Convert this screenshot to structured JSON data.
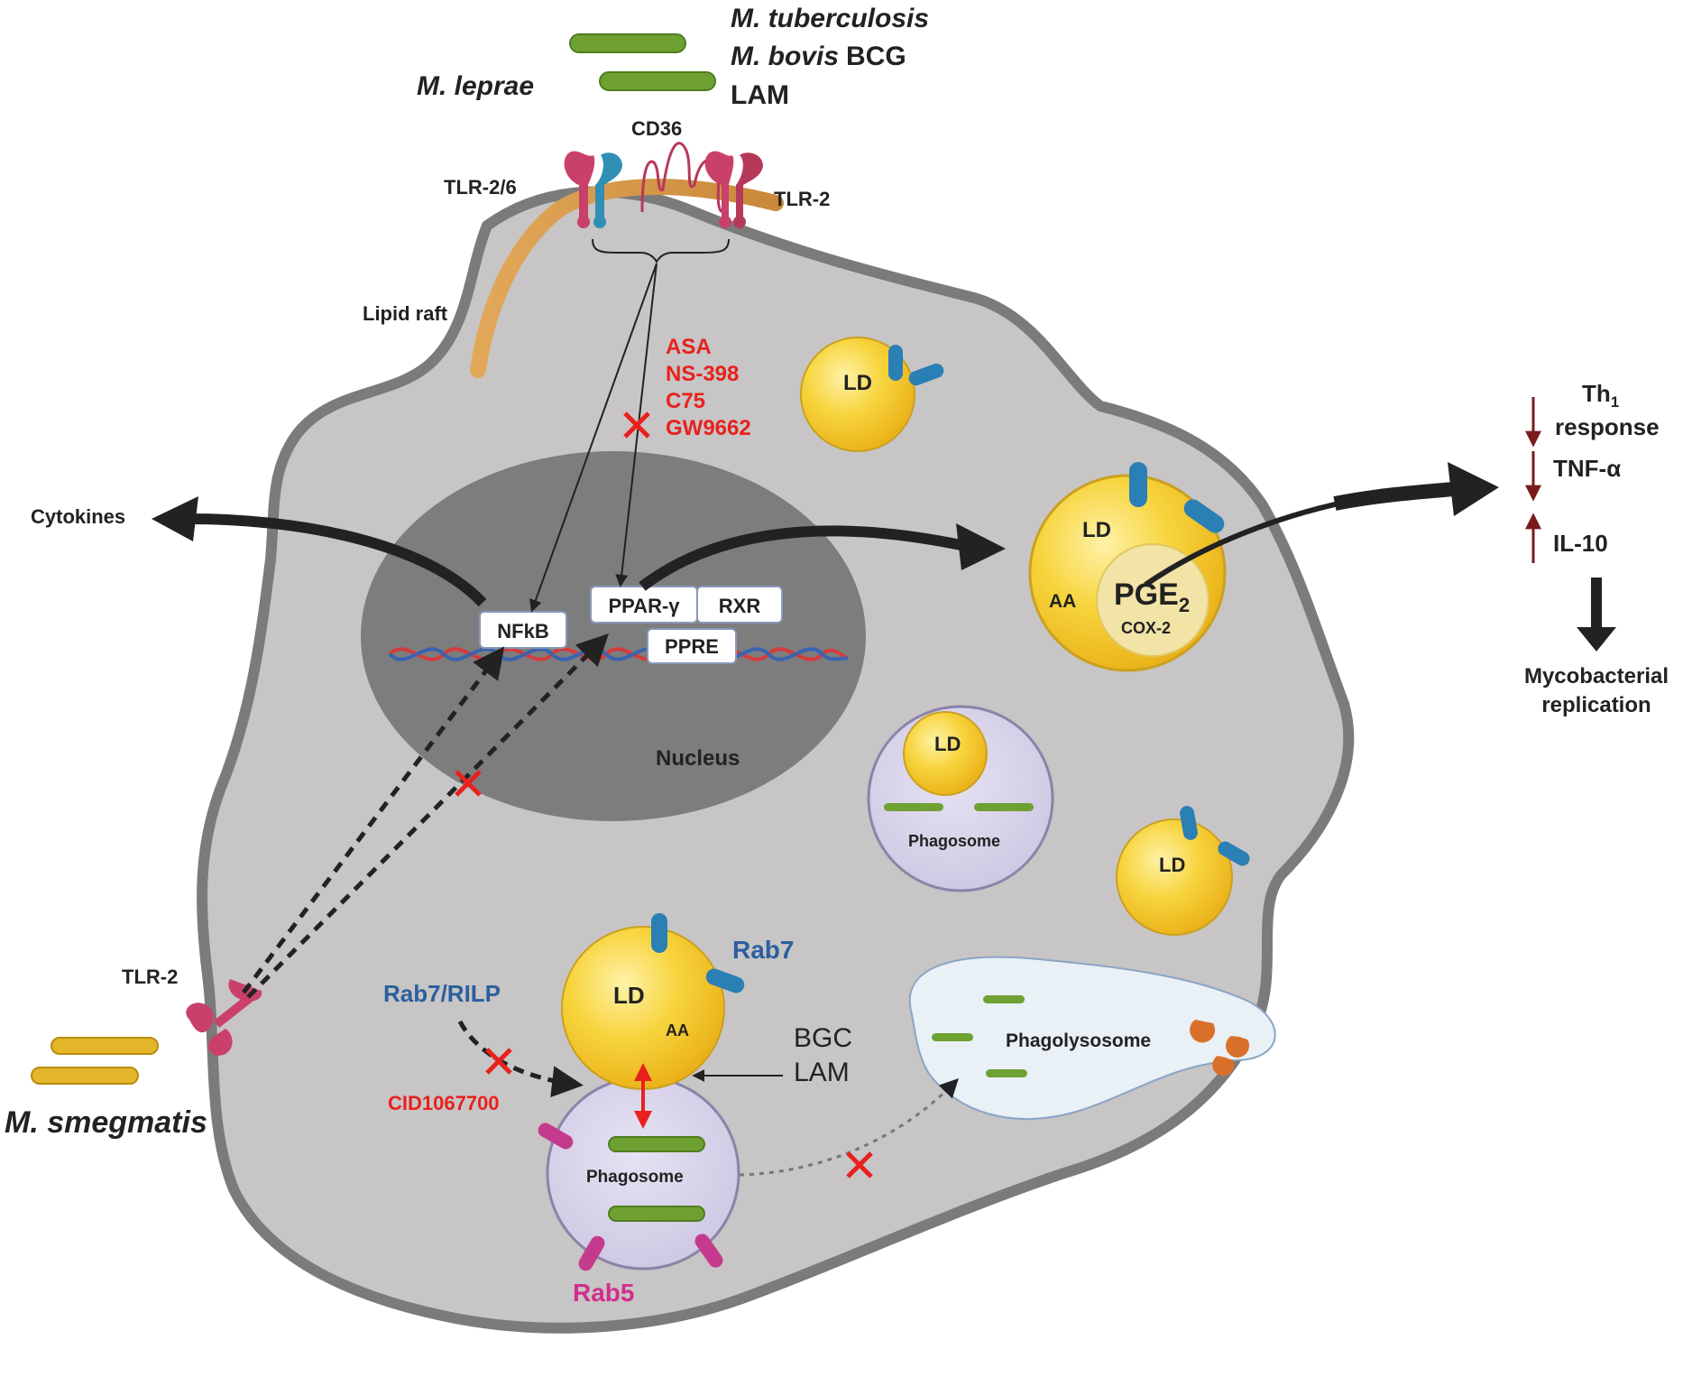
{
  "bacteria": {
    "top_list": [
      "M. tuberculosis",
      "M. bovis",
      "BCG",
      "LAM"
    ],
    "left": "M. leprae",
    "bottom": "M. smegmatis"
  },
  "receptors": {
    "cd36": "CD36",
    "tlr26": "TLR-2/6",
    "tlr2_top": "TLR-2",
    "tlr2_bottom": "TLR-2",
    "lipid_raft": "Lipid raft"
  },
  "inhibitors": {
    "list": [
      "ASA",
      "NS-398",
      "C75",
      "GW9662"
    ],
    "cid": "CID1067700"
  },
  "nucleus": {
    "label": "Nucleus",
    "nfkb": "NFkB",
    "ppar": "PPAR-γ",
    "rxr": "RXR",
    "ppre": "PPRE"
  },
  "cytokines": "Cytokines",
  "droplets": {
    "ld": "LD",
    "aa": "AA",
    "pge": "PGE",
    "pge_sub": "2",
    "cox": "COX-2"
  },
  "compartments": {
    "phagosome": "Phagosome",
    "phagolysosome": "Phagolysosome"
  },
  "rab": {
    "rab7": "Rab7",
    "rab7rilp": "Rab7/RILP",
    "rab5": "Rab5"
  },
  "bgc_lam": [
    "BGC",
    "LAM"
  ],
  "outcomes": {
    "th1_a": "Th",
    "th1_sub": "1",
    "th1_b": "response",
    "tnf": "TNF-α",
    "il10": "IL-10",
    "replication": [
      "Mycobacterial",
      "replication"
    ]
  },
  "colors": {
    "cell": "#c7c5c5",
    "cell_border": "#7b7b7b",
    "nucleus": "#7d7d7d",
    "lipid_droplet": "#f5c92e",
    "phagosome": "#d7d2ea",
    "inhibitor_red": "#e8211d",
    "rab7_blue": "#2b5f9e",
    "rab5_magenta": "#d02e8f",
    "bacteria_green": "#6fa132",
    "smegmatis_yellow": "#e5b52c",
    "receptor": "#c9416a",
    "dark_red_arrow": "#7a1a1a"
  }
}
